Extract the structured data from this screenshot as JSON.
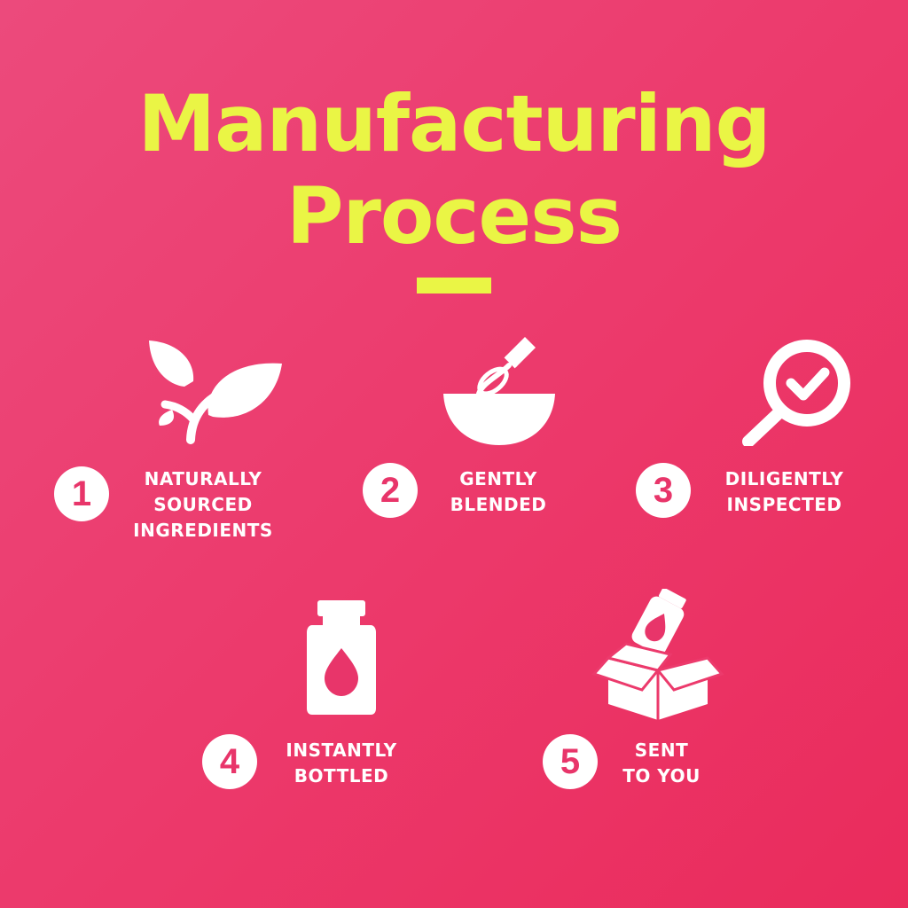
{
  "title": {
    "line1": "Manufacturing",
    "line2": "Process"
  },
  "colors": {
    "background": "#ec3a6c",
    "title": "#eaf545",
    "text": "#ffffff",
    "accent": "#e8356a"
  },
  "steps": [
    {
      "number": "1",
      "icon": "leaf-sprout-icon",
      "label": [
        "NATURALLY",
        "SOURCED",
        "INGREDIENTS"
      ]
    },
    {
      "number": "2",
      "icon": "whisk-bowl-icon",
      "label": [
        "GENTLY",
        "BLENDED"
      ]
    },
    {
      "number": "3",
      "icon": "magnifier-check-icon",
      "label": [
        "DILIGENTLY",
        "INSPECTED"
      ]
    },
    {
      "number": "4",
      "icon": "bottle-drop-icon",
      "label": [
        "INSTANTLY",
        "BOTTLED"
      ]
    },
    {
      "number": "5",
      "icon": "box-bottle-icon",
      "label": [
        "SENT",
        "TO YOU"
      ]
    }
  ]
}
